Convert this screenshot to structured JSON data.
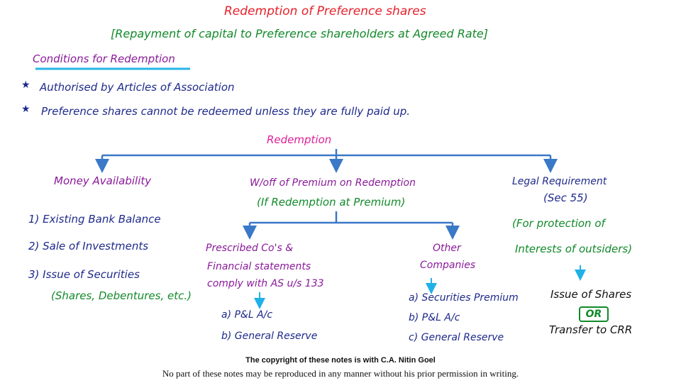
{
  "title": "Redemption of Preference shares",
  "subtitle": "[Repayment of capital to Preference shareholders at Agreed Rate]",
  "conditions": {
    "heading": "Conditions for Redemption",
    "items": [
      "Authorised by Articles of Association",
      "Preference shares cannot be redeemed unless they are fully paid up."
    ]
  },
  "redemption_label": "Redemption",
  "money": {
    "heading": "Money Availability",
    "items": [
      "1) Existing Bank Balance",
      "2) Sale of Investments",
      "3) Issue of Securities"
    ],
    "note": "(Shares, Debentures, etc.)"
  },
  "premium": {
    "heading": "W/off of Premium on Redemption",
    "subheading": "(If Redemption at Premium)",
    "prescribed": {
      "lines": [
        "Prescribed Co's &",
        "Financial statements",
        "comply with AS u/s 133"
      ],
      "items": [
        "a) P&L A/c",
        "b) General Reserve"
      ]
    },
    "other": {
      "lines": [
        "Other",
        "Companies"
      ],
      "items": [
        "a) Securities Premium",
        "b) P&L A/c",
        "c) General Reserve"
      ]
    }
  },
  "legal": {
    "heading": "Legal Requirement",
    "section": "(Sec 55)",
    "note_line1": "(For protection of",
    "note_line2": "Interests of outsiders)",
    "option1": "Issue of Shares",
    "or": "OR",
    "option2": "Transfer to CRR"
  },
  "footer": {
    "copyright": "The copyright of these notes is with C.A. Nitin Goel",
    "permission": "No part of these notes may be reproduced in any manner without his prior permission in writing."
  },
  "colors": {
    "title": "#e8202a",
    "subtitle": "#128a2a",
    "heading": "#8a1a9a",
    "body": "#1e2a8a",
    "redemption": "#e0209a",
    "connector": "#3a78c8",
    "arrow_cyan": "#1fb0e8",
    "underline": "#27b4e6"
  }
}
